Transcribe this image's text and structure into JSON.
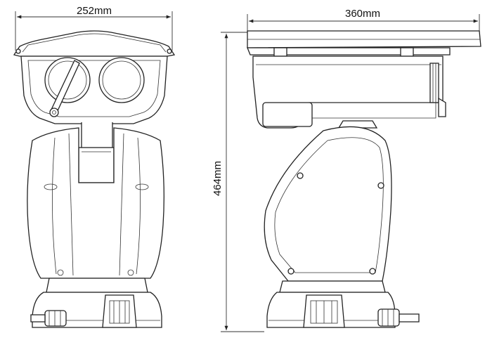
{
  "dimensions": {
    "front_width": "252mm",
    "side_length": "360mm",
    "height": "464mm"
  },
  "colors": {
    "line": "#222222",
    "background": "#ffffff"
  }
}
